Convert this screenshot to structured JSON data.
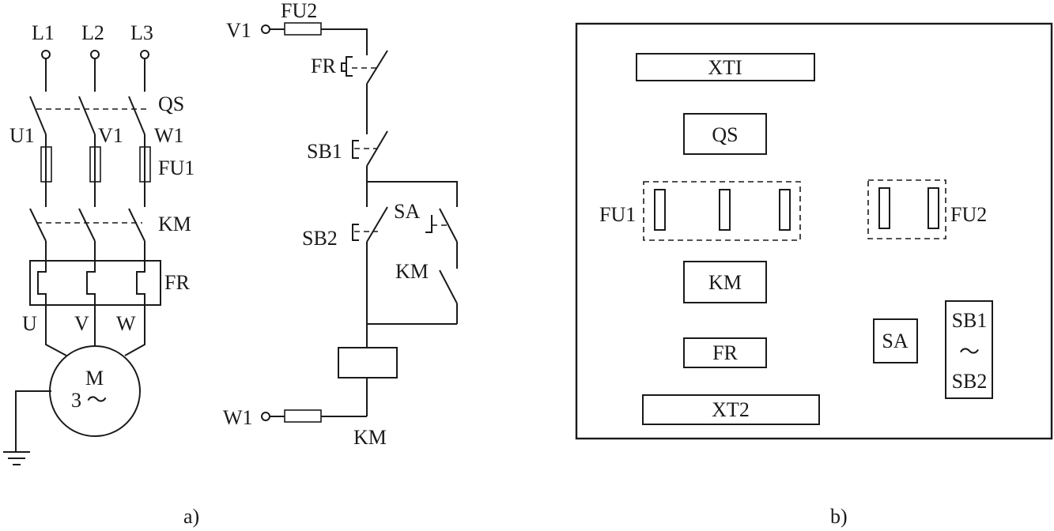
{
  "power_circuit": {
    "supply": [
      "L1",
      "L2",
      "L3"
    ],
    "switch": "QS",
    "switch_out": [
      "U1",
      "V1",
      "W1"
    ],
    "fuse": "FU1",
    "contactor": "KM",
    "overload": "FR",
    "motor_terminals": [
      "U",
      "V",
      "W"
    ],
    "motor_symbol": "M",
    "motor_phase": "3 ～"
  },
  "control_circuit": {
    "supply_top": "V1",
    "supply_bottom": "W1",
    "fuse": "FU2",
    "overload_contact": "FR",
    "stop_button": "SB1",
    "start_button": "SB2",
    "selector": "SA",
    "holding_contact": "KM",
    "coil": "KM"
  },
  "panel_layout": {
    "items": {
      "xt1": "XTI",
      "qs": "QS",
      "fu1": "FU1",
      "fu2": "FU2",
      "km": "KM",
      "fr": "FR",
      "sa": "SA",
      "sb_top": "SB1",
      "sb_tilde": "～",
      "sb_bottom": "SB2",
      "xt2": "XT2"
    }
  },
  "captions": {
    "a": "a)",
    "b": "b)"
  }
}
